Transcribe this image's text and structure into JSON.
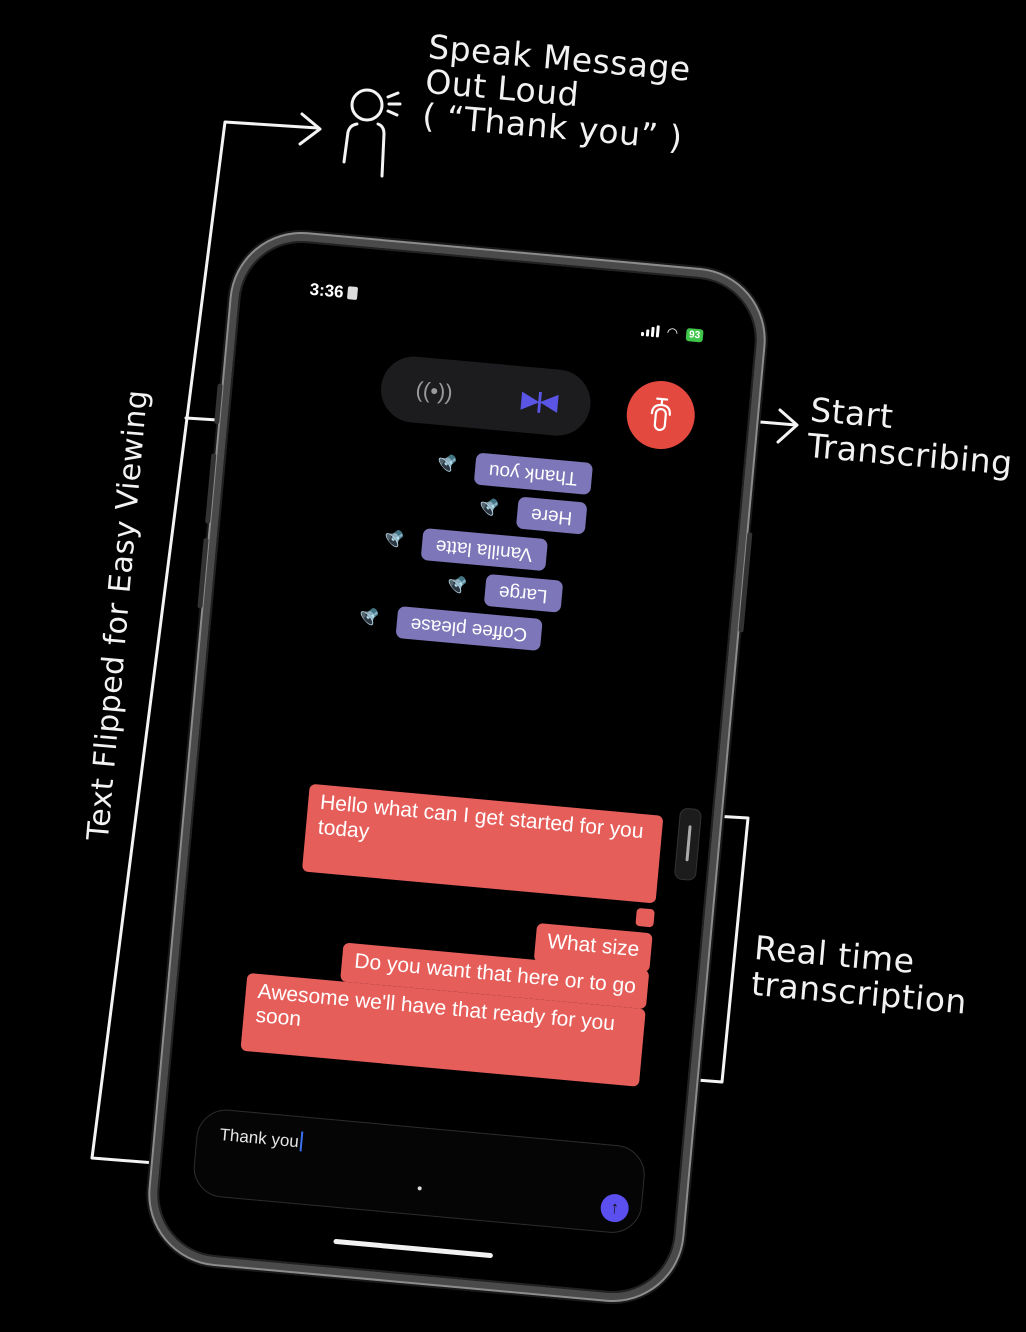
{
  "annotations": {
    "speak_title_line1": "Speak Message",
    "speak_title_line2": "Out Loud",
    "speak_title_line3": "( “Thank you” )",
    "start_line1": "Start",
    "start_line2": "Transcribing",
    "flipped": "Text Flipped for Easy Viewing",
    "realtime_line1": "Real time",
    "realtime_line2": "transcription"
  },
  "status_bar": {
    "time": "3:36",
    "battery": "93"
  },
  "controls": {
    "broadcast_icon": "broadcast-icon",
    "flip_icon": "flip-horizontal-icon",
    "record_icon": "microphone-icon"
  },
  "flipped_messages": [
    {
      "text": "Thank you"
    },
    {
      "text": "Here"
    },
    {
      "text": "Vanilla latte"
    },
    {
      "text": "Large"
    },
    {
      "text": "Coffee please"
    }
  ],
  "transcript": [
    {
      "text": "Hello what can I get started for you today"
    },
    {
      "text": "What size"
    },
    {
      "text": "Do you want that here or to go"
    },
    {
      "text": "Awesome we'll have that ready for you soon"
    }
  ],
  "composer": {
    "value": "Thank you",
    "send_icon": "arrow-up-icon"
  },
  "colors": {
    "record": "#e4493f",
    "flipped_bubble": "#7d76b8",
    "transcript_bubble": "#e65e5a",
    "accent": "#5b4ff0"
  }
}
